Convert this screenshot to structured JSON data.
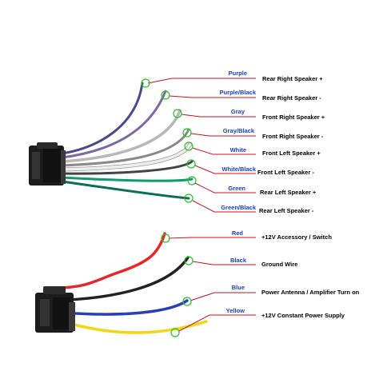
{
  "colors": {
    "accent_line": "#c8141e",
    "marker": "#27c227",
    "label_text": "#1a3fc8",
    "wire": {
      "purple": "#4a4a8c",
      "purple_black": "#7e6aa3",
      "gray": "#b8b8b8",
      "gray_black": "#8a8a8a",
      "white": "#eeeeee",
      "white_black": "#444444",
      "green": "#0f9b6e",
      "green_black": "#0c6e52",
      "red": "#e8262b",
      "black": "#222222",
      "blue": "#2b3fb8",
      "yellow": "#f4d612"
    }
  },
  "speaker_group": [
    {
      "color": "Purple",
      "function": "Rear Right Speaker +"
    },
    {
      "color": "Purple/Black",
      "function": "Rear Right Speaker -"
    },
    {
      "color": "Gray",
      "function": "Front Right Speaker +"
    },
    {
      "color": "Gray/Black",
      "function": "Front Right Speaker -"
    },
    {
      "color": "White",
      "function": "Front Left Speaker +"
    },
    {
      "color": "White/Black",
      "function": "Front Left Speaker -"
    },
    {
      "color": "Green",
      "function": "Rear Left Speaker +"
    },
    {
      "color": "Green/Black",
      "function": "Rear Left Speaker -"
    }
  ],
  "power_group": [
    {
      "color": "Red",
      "function": "+12V Accessory / Switch"
    },
    {
      "color": "Black",
      "function": "Ground Wire"
    },
    {
      "color": "Blue",
      "function": "Power Antenna / Amplifier Turn on"
    },
    {
      "color": "Yellow",
      "function": "+12V Constant Power Supply"
    }
  ]
}
